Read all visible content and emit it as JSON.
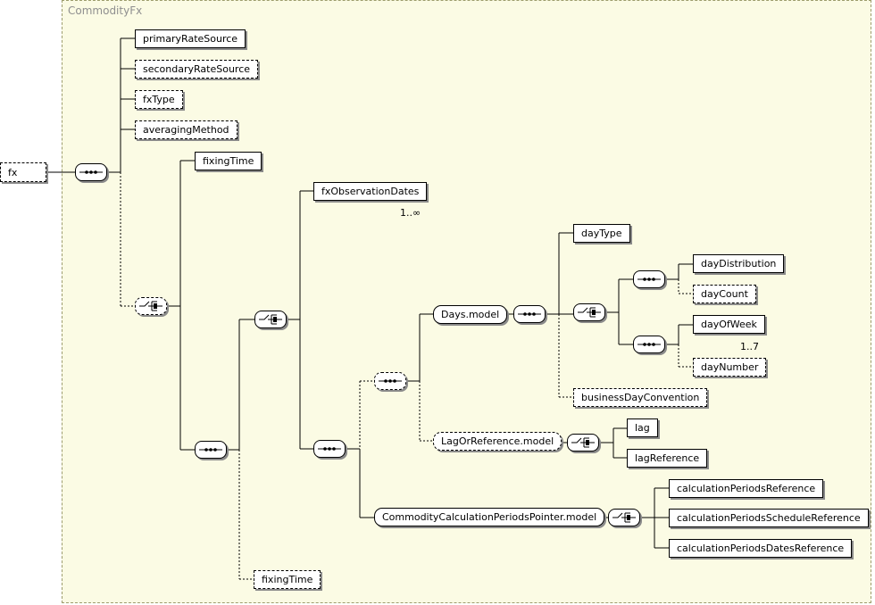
{
  "container": {
    "title": "CommodityFx"
  },
  "root": {
    "label": "fx"
  },
  "elements": {
    "primaryRateSource": "primaryRateSource",
    "secondaryRateSource": "secondaryRateSource",
    "fxType": "fxType",
    "averagingMethod": "averagingMethod",
    "fixingTime1": "fixingTime",
    "fxObservationDates": "fxObservationDates",
    "fxObservationDatesCard": "1..∞",
    "daysModel": "Days.model",
    "dayType": "dayType",
    "dayDistribution": "dayDistribution",
    "dayCount": "dayCount",
    "dayOfWeek": "dayOfWeek",
    "dayOfWeekCard": "1..7",
    "dayNumber": "dayNumber",
    "businessDayConvention": "businessDayConvention",
    "lagOrReferenceModel": "LagOrReference.model",
    "lag": "lag",
    "lagReference": "lagReference",
    "calcPeriodsPointerModel": "CommodityCalculationPeriodsPointer.model",
    "calculationPeriodsReference": "calculationPeriodsReference",
    "calculationPeriodsScheduleReference": "calculationPeriodsScheduleReference",
    "calculationPeriodsDatesReference": "calculationPeriodsDatesReference",
    "fixingTime2": "fixingTime"
  },
  "compositors": {
    "sequence_icon": "sequence-compositor-icon",
    "choice_icon": "choice-compositor-icon"
  },
  "colors": {
    "container_bg": "#fbfbe4",
    "container_border": "#9c9c6c",
    "shadow": "#8a8a8a"
  }
}
